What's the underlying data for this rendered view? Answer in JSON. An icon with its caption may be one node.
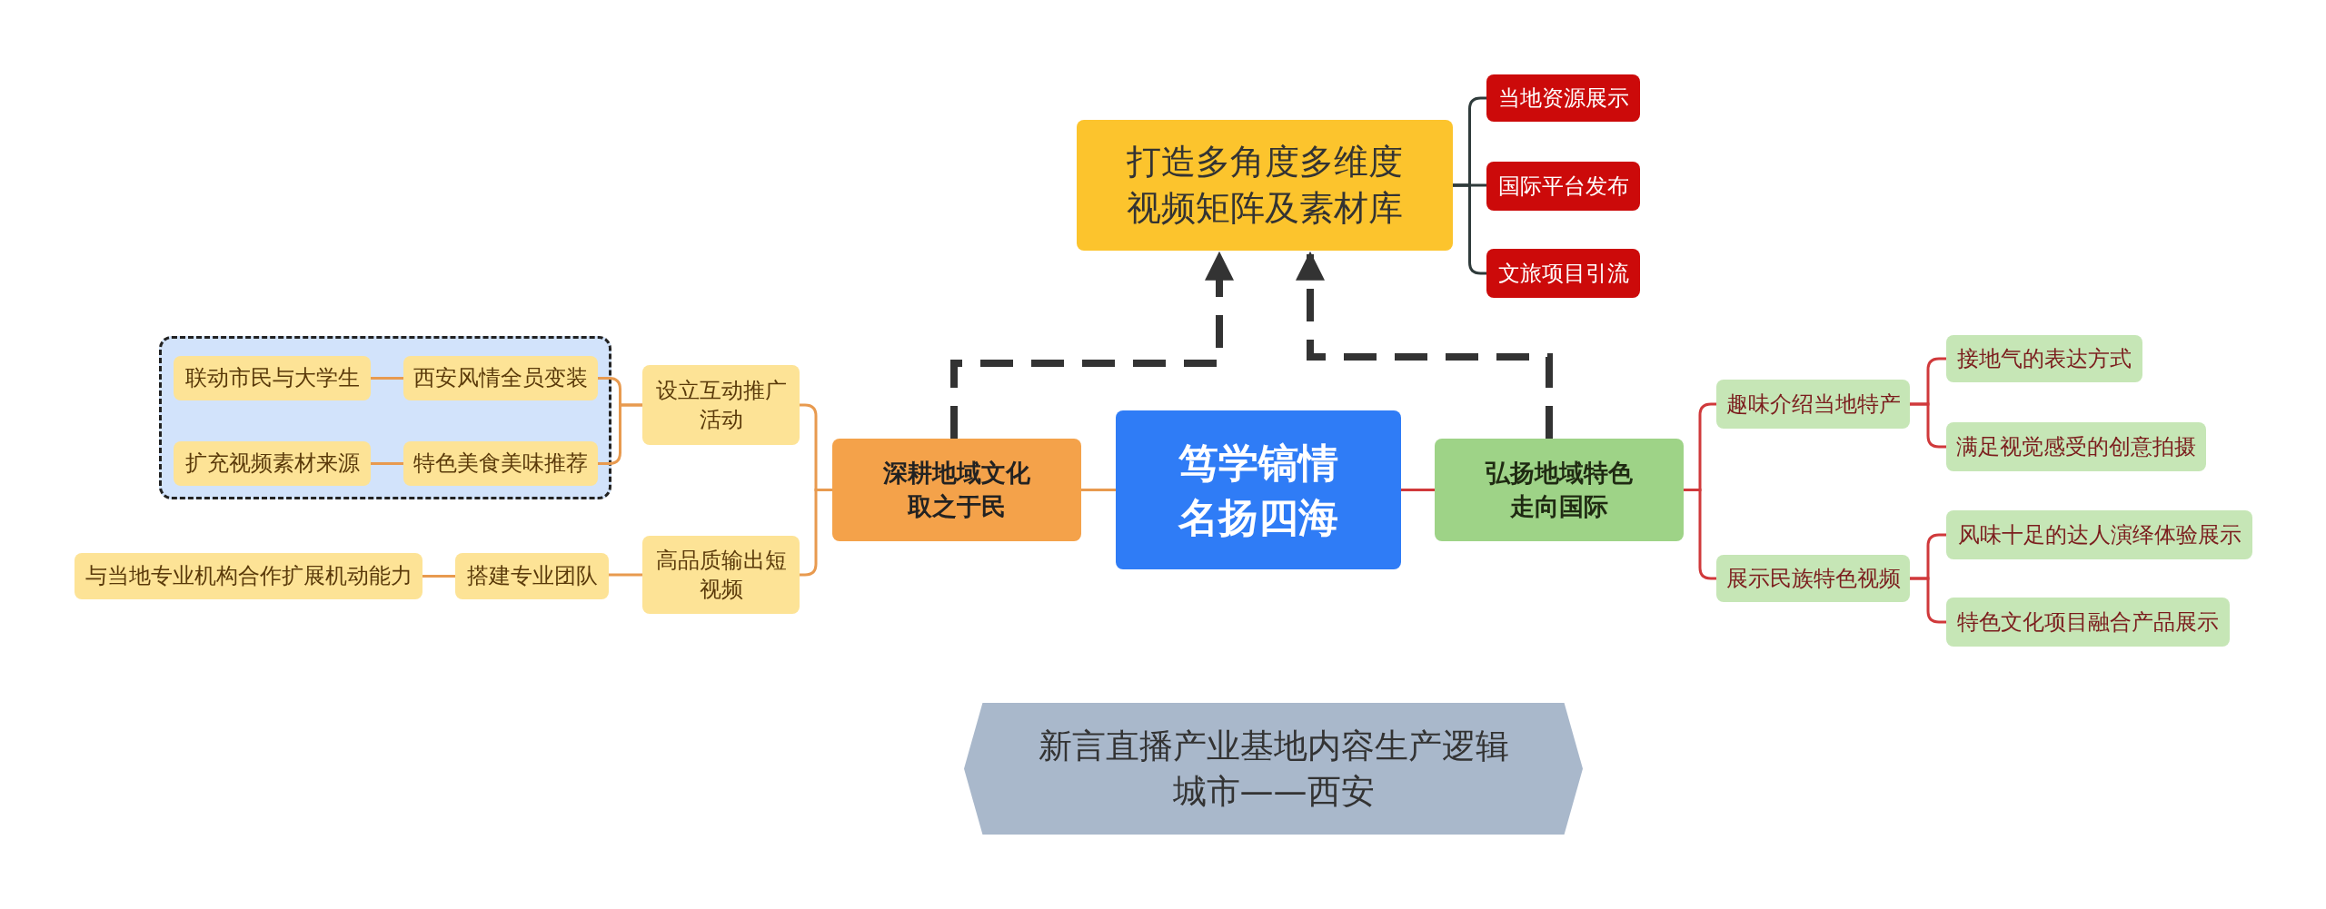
{
  "diagram": {
    "title": "新言直播产业基地内容生产逻辑城市——西安",
    "nodes": [
      {
        "text": [
          "笃学镐情名扬四海"
        ]
      },
      {
        "text": [
          "深耕地域文化取之于民"
        ]
      },
      {
        "text": [
          "设立互动推广活动"
        ]
      },
      {
        "text": [],
        "shape": "box"
      },
      {
        "text": [
          "联动市民与大学生"
        ],
        "in": 3
      },
      {
        "text": [
          "西安风情全员变装"
        ],
        "in": 3
      },
      {
        "text": [
          "扩充视频素材来源"
        ],
        "in": 3
      },
      {
        "text": [
          "特色美食美味推荐"
        ],
        "in": 3
      },
      {
        "text": [
          "高品质输出短视频"
        ]
      },
      {
        "text": [
          "搭建专业团队"
        ]
      },
      {
        "text": [
          "与当地专业机构合作扩展机动能力"
        ]
      },
      {
        "text": [
          "打造多角度多维度视频矩阵及素材库"
        ]
      },
      {
        "text": [
          "当地资源展示"
        ]
      },
      {
        "text": [
          "国际平台发布"
        ]
      },
      {
        "text": [
          "文旅项目引流"
        ]
      },
      {
        "text": [
          "弘扬地域特色走向国际"
        ]
      },
      {
        "text": [
          "趣味介绍当地特产"
        ]
      },
      {
        "text": [
          "展示民族特色视频"
        ]
      },
      {
        "text": [
          "接地气的表达方式"
        ]
      },
      {
        "text": [
          "满足视觉感受的创意拍摄"
        ]
      },
      {
        "text": [
          "风味十足的达人演绎体验展示"
        ]
      },
      {
        "text": [
          "特色文化项目融合产品展示"
        ]
      }
    ],
    "edges": [
      {
        "from": 0,
        "to": 1,
        "arrow": "none"
      },
      {
        "from": 1,
        "to": 2,
        "arrow": "none"
      },
      {
        "from": 1,
        "to": 8,
        "arrow": "none"
      },
      {
        "from": 2,
        "to": 5,
        "arrow": "none"
      },
      {
        "from": 2,
        "to": 7,
        "arrow": "none"
      },
      {
        "from": 5,
        "to": 4,
        "arrow": "none"
      },
      {
        "from": 7,
        "to": 6,
        "arrow": "none"
      },
      {
        "from": 8,
        "to": 9,
        "arrow": "none"
      },
      {
        "from": 9,
        "to": 10,
        "arrow": "none"
      },
      {
        "from": 1,
        "to": 11,
        "arrow": "to",
        "style": "dashed",
        "color": "#333333"
      },
      {
        "from": 15,
        "to": 11,
        "arrow": "to",
        "style": "dashed",
        "color": "#333333"
      },
      {
        "from": 11,
        "to": 12,
        "arrow": "none",
        "color": "#2f3b3b"
      },
      {
        "from": 11,
        "to": 13,
        "arrow": "none",
        "color": "#2f3b3b"
      },
      {
        "from": 11,
        "to": 14,
        "arrow": "none",
        "color": "#2f3b3b"
      },
      {
        "from": 0,
        "to": 15,
        "arrow": "none",
        "color": "#d0393b"
      },
      {
        "from": 15,
        "to": 16,
        "arrow": "none",
        "color": "#d0393b"
      },
      {
        "from": 15,
        "to": 17,
        "arrow": "none",
        "color": "#d0393b"
      },
      {
        "from": 16,
        "to": 18,
        "arrow": "none",
        "color": "#d0393b"
      },
      {
        "from": 16,
        "to": 19,
        "arrow": "none",
        "color": "#d0393b"
      },
      {
        "from": 17,
        "to": 20,
        "arrow": "none",
        "color": "#d0393b"
      },
      {
        "from": 17,
        "to": 21,
        "arrow": "none",
        "color": "#d0393b"
      }
    ]
  }
}
